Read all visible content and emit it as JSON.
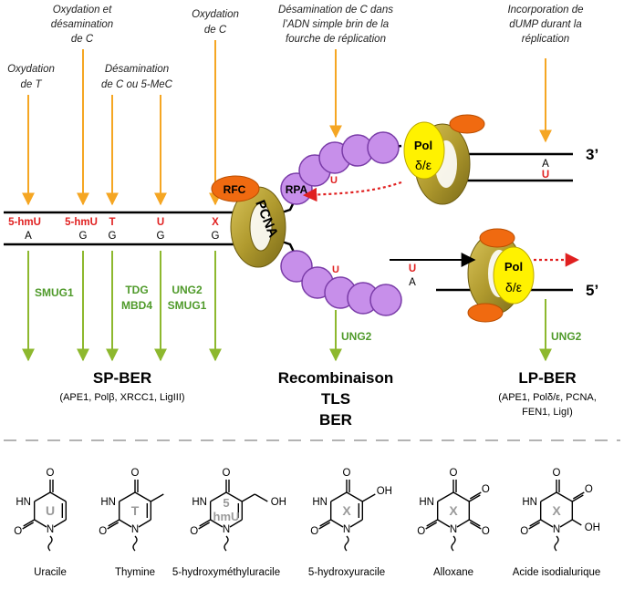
{
  "colors": {
    "annotation_arrow": "#F5A623",
    "enzyme_arrow": "#8DB82E",
    "enzyme_text": "#4F9A2A",
    "lesion_red": "#E02020",
    "rpa": "#C78FEA",
    "pcna": "#B8A133",
    "pol": "#FFF200",
    "rfc": "#F06A10"
  },
  "annotations": {
    "oxydation_desamination": [
      "Oxydation et",
      "désamination",
      "de C"
    ],
    "oxydation_c": [
      "Oxydation",
      "de C"
    ],
    "desamination_adn": [
      "Désamination de C dans",
      "l’ADN simple brin de la",
      "fourche de réplication"
    ],
    "incorporation_dump": [
      "Incorporation de",
      "dUMP durant la",
      "réplication"
    ],
    "oxydation_t": [
      "Oxydation",
      "de T"
    ],
    "desamination_c_5mec": [
      "Désamination",
      "de C  ou  5-MeC"
    ]
  },
  "dna": {
    "lesions_top": [
      "5-hmU",
      "5-hmU",
      "T",
      "U",
      "X"
    ],
    "bases_bottom": [
      "A",
      "G",
      "G",
      "G",
      "G"
    ],
    "strand_3prime": "3’",
    "strand_5prime": "5’",
    "upper_fork_uracil": "U",
    "lower_fork_uracil": "U",
    "pol_top_pair": [
      "A",
      "U"
    ],
    "pol_bottom_pair": [
      "U",
      "A"
    ]
  },
  "proteins": {
    "rfc": "RFC",
    "rpa": "RPA",
    "pcna": "PCNA",
    "pol_top": [
      "Pol",
      "δ/ε"
    ],
    "pol_bottom": [
      "Pol",
      "δ/ε"
    ]
  },
  "enzymes": {
    "smug1": "SMUG1",
    "tdg_mbd4": [
      "TDG",
      "MBD4"
    ],
    "ung2_smug1": [
      "UNG2",
      "SMUG1"
    ],
    "ung2_fork": "UNG2",
    "ung2_lp": "UNG2"
  },
  "pathways": {
    "sp_ber": {
      "title": "SP-BER",
      "detail": [
        "(APE1, Polβ, XRCC1, LigIII)"
      ]
    },
    "recombinaison": {
      "title": [
        "Recombinaison",
        "TLS",
        "BER"
      ]
    },
    "lp_ber": {
      "title": "LP-BER",
      "detail": [
        "(APE1, Polδ/ε, PCNA,",
        "FEN1, LigI)"
      ]
    }
  },
  "molecules": [
    {
      "ring_label": [
        "U"
      ],
      "name": "Uracile"
    },
    {
      "ring_label": [
        "T"
      ],
      "name": "Thymine"
    },
    {
      "ring_label": [
        "5",
        "hmU"
      ],
      "name": "5-hydroxyméthyluracile"
    },
    {
      "ring_label": [
        "X"
      ],
      "name": "5-hydroxyuracile"
    },
    {
      "ring_label": [
        "X"
      ],
      "name": "Alloxane"
    },
    {
      "ring_label": [
        "X"
      ],
      "name": "Acide isodialurique"
    }
  ],
  "atoms": {
    "o": "O",
    "hn": "HN",
    "n": "N",
    "oh": "OH"
  }
}
